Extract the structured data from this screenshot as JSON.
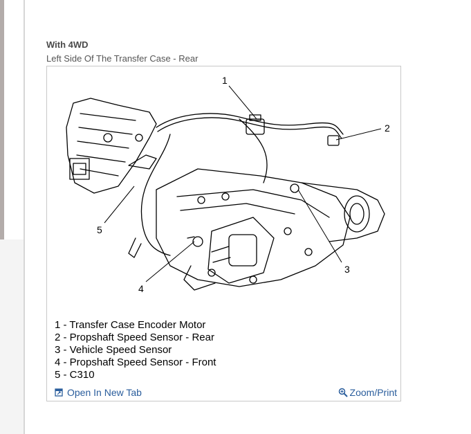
{
  "section": {
    "title": "With 4WD",
    "subtitle": "Left Side Of The Transfer Case - Rear"
  },
  "diagram": {
    "callouts": [
      "1",
      "2",
      "3",
      "4",
      "5"
    ]
  },
  "legend": [
    "1 - Transfer Case Encoder Motor",
    "2 - Propshaft Speed Sensor - Rear",
    "3 - Vehicle Speed Sensor",
    "4 - Propshaft Speed Sensor - Front",
    "5 - C310"
  ],
  "footer": {
    "open_label": "Open In New Tab",
    "zoom_label": "Zoom/Print",
    "link_color": "#2a5d9c"
  }
}
